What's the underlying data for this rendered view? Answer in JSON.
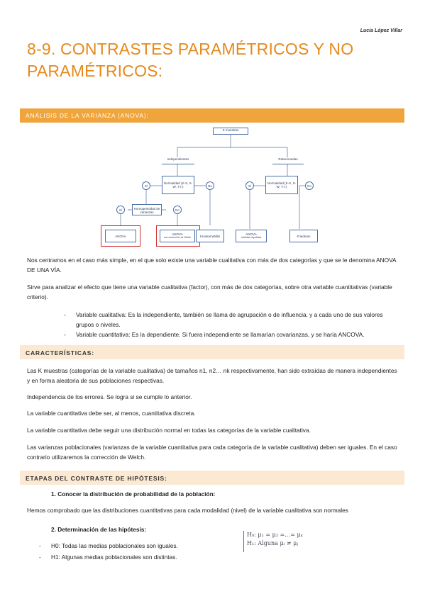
{
  "author": "Lucía López Villar",
  "title": "8-9. CONTRASTES PARAMÉTRICOS Y NO PARAMÉTRICOS:",
  "section_anova": "ANÁLISIS DE LA VARIANZA (ANOVA):",
  "diagram": {
    "root": "K muestras",
    "independientes": "Independientes",
    "relacionadas": "Relacionadas",
    "normalidad_ind": "Normalidad (K-S, S-W, T.T.)",
    "normalidad_rel": "Normalidad (K-S, S-W, T.T.)",
    "homogeneidad": "Homogeneidad de varianzas",
    "si": "Sí",
    "no": "No",
    "anova": "ANOVA",
    "anova_welch": "ANOVA",
    "anova_welch_sub": "con corrección de Welch",
    "kruskal": "Kruskal-Wallis",
    "anova_rel": "ANOVA",
    "anova_rel_sub": "medidas repetidas",
    "friedman": "Friedman"
  },
  "para1": "Nos centramos en el caso más simple, en el que solo existe una variable cualitativa con más de dos categorías y que se le denomina ANOVA DE UNA VÍA.",
  "para2": "Sirve para analizar el efecto que tiene una variable cualitativa (factor), con más de dos categorías, sobre otra variable cuantitativas (variable criterio).",
  "bullets1": [
    "Variable cualitativa: Es la independiente, también se llama de agrupación o de influencia, y a cada uno de sus valores grupos o niveles.",
    "Variable cuantitativa: Es la dependiente. Si fuera independiente se llamarían covarianzas, y se haría ANCOVA."
  ],
  "section_caract": "CARACTERÍSTICAS:",
  "caract": [
    "Las K muestras (categorías de la variable cualitativa) de tamaños n1, n2… nk respectivamente, han sido extraídas de manera independientes y en forma aleatoria de sus poblaciones respectivas.",
    "Independencia de los errores. Se logra si se cumple lo anterior.",
    "La variable cuantitativa debe ser, al menos, cuantitativa discreta.",
    "La variable cuantitativa debe seguir una distribución normal en todas las categorías de la variable cualitativa.",
    "Las varianzas poblacionales (varianzas de la variable cuantitativa para cada categoría de la variable cualitativa) deben ser iguales. En el caso contrario utilizaremos la corrección de Welch."
  ],
  "section_etapas": "ETAPAS DEL CONTRASTE DE HIPÓTESIS:",
  "step1": "1. Conocer la distribución de probabilidad de la población:",
  "step1_text": "Hemos comprobado que las distribuciones cuantitativas para cada modalidad (nivel) de la variable cualitativa son normales",
  "step2": "2. Determinación de las hipótesis:",
  "hypotheses": [
    "H0: Todas las medias poblacionales son iguales.",
    "H1: Algunas medias poblacionales son distintas."
  ],
  "formula_h0": "H₀: μ₁ = μ₂ =…= μₖ",
  "formula_h1": "H₁: Alguna μᵢ ≠ μⱼ"
}
